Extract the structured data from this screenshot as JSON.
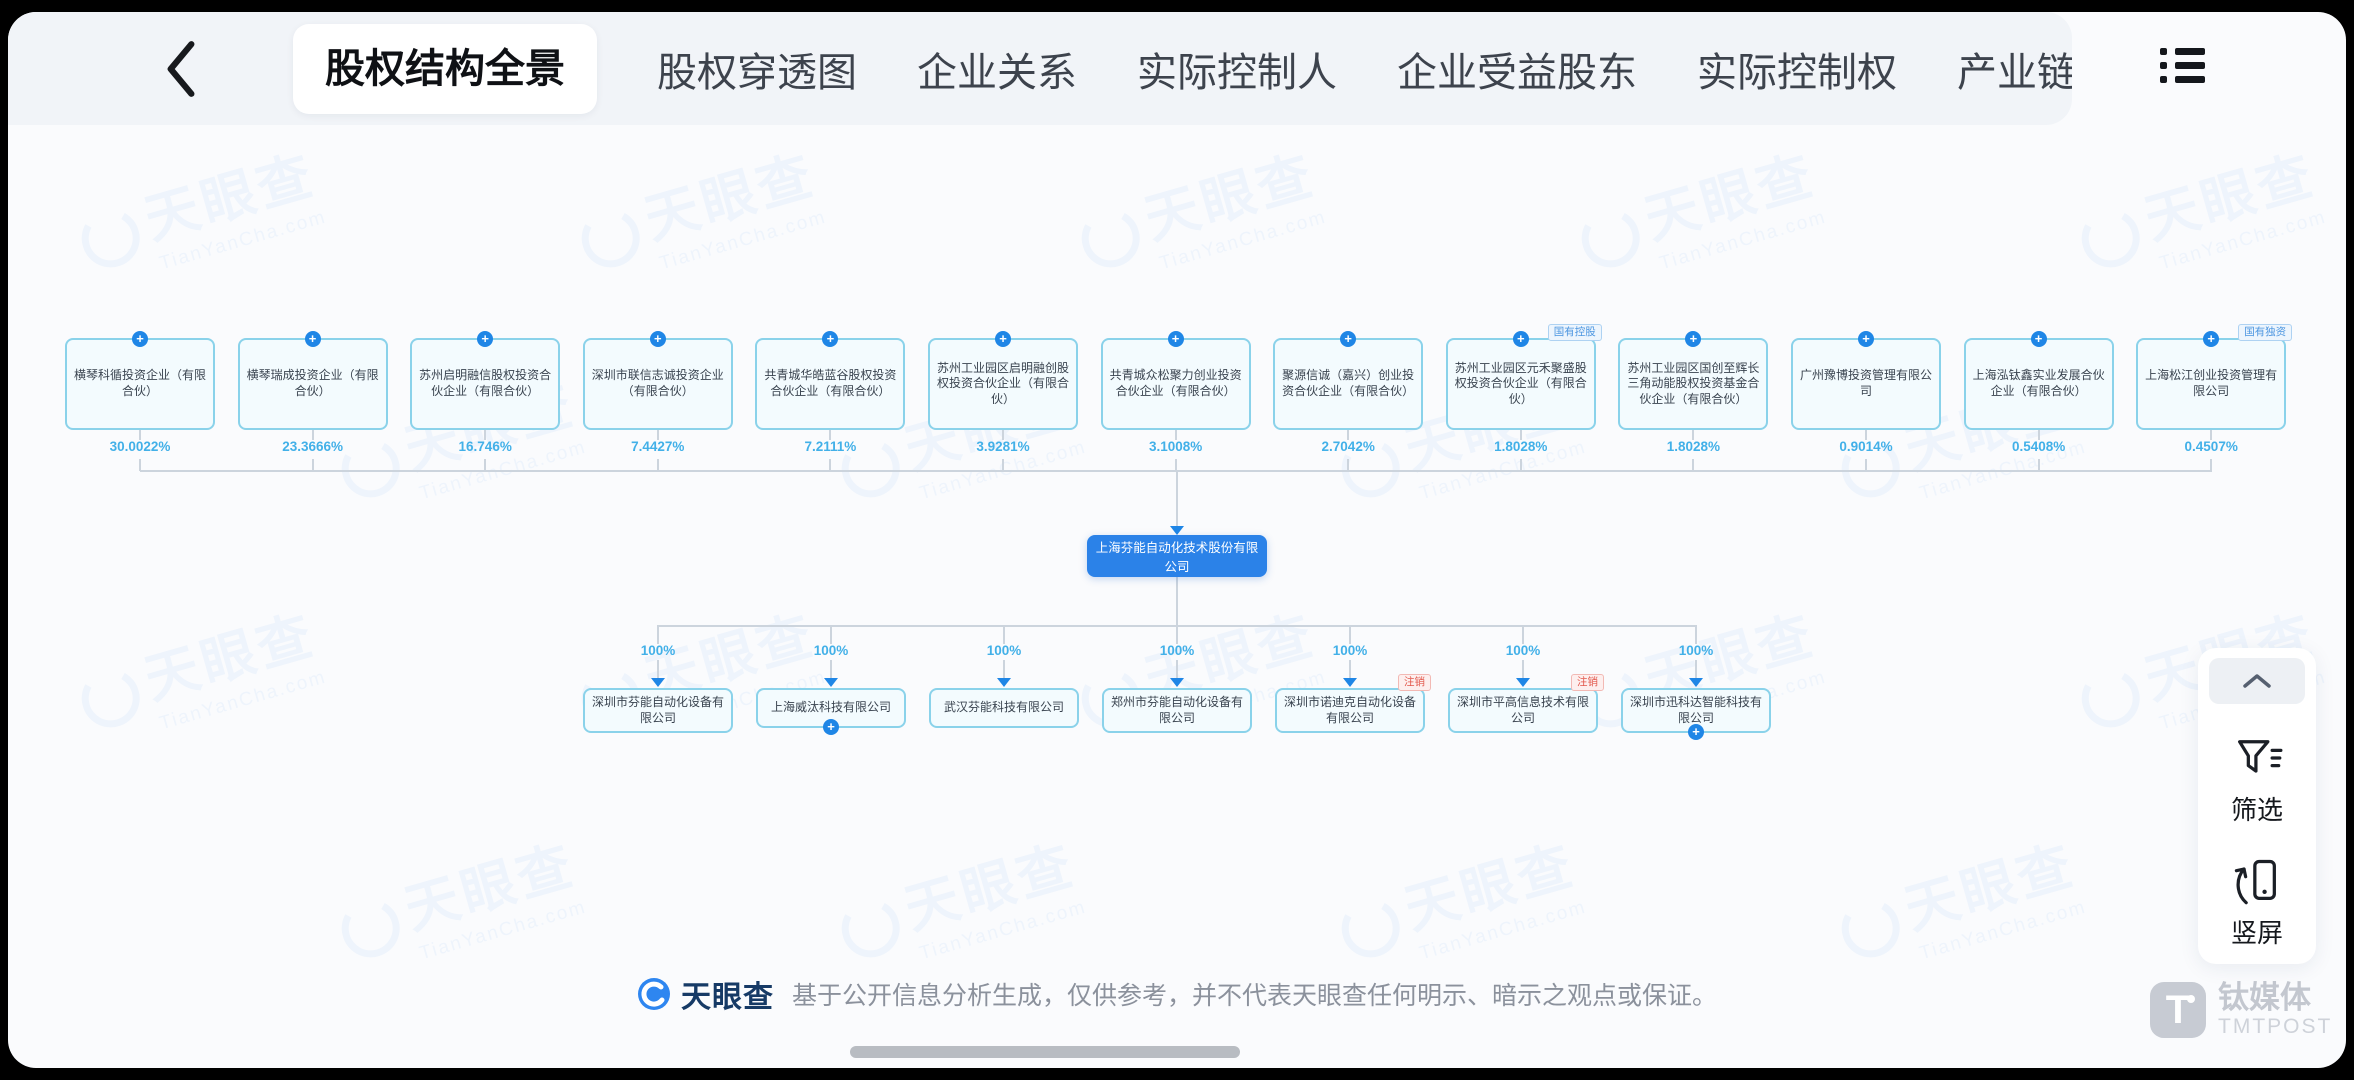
{
  "topbar": {
    "back_icon": "chevron-left",
    "menu_icon": "list",
    "tabs": [
      {
        "label": "股权结构全景",
        "active": true
      },
      {
        "label": "股权穿透图",
        "active": false
      },
      {
        "label": "企业关系",
        "active": false
      },
      {
        "label": "实际控制人",
        "active": false
      },
      {
        "label": "企业受益股东",
        "active": false
      },
      {
        "label": "实际控制权",
        "active": false
      },
      {
        "label": "产业链图",
        "active": false
      }
    ]
  },
  "equity_chart": {
    "company": "上海芬能自动化技术股份有限公司",
    "shareholders": [
      {
        "name": "横琴科循投资企业（有限合伙）",
        "percent": "30.0022%"
      },
      {
        "name": "横琴瑞成投资企业（有限合伙）",
        "percent": "23.3666%"
      },
      {
        "name": "苏州启明融信股权投资合伙企业（有限合伙）",
        "percent": "16.746%"
      },
      {
        "name": "深圳市联信志诚投资企业（有限合伙）",
        "percent": "7.4427%"
      },
      {
        "name": "共青城华皓蓝谷股权投资合伙企业（有限合伙）",
        "percent": "7.2111%"
      },
      {
        "name": "苏州工业园区启明融创股权投资合伙企业（有限合伙）",
        "percent": "3.9281%"
      },
      {
        "name": "共青城众松聚力创业投资合伙企业（有限合伙）",
        "percent": "3.1008%"
      },
      {
        "name": "聚源信诚（嘉兴）创业投资合伙企业（有限合伙）",
        "percent": "2.7042%"
      },
      {
        "name": "苏州工业园区元禾聚盛股权投资合伙企业（有限合伙）",
        "percent": "1.8028%",
        "tag": "国有控股",
        "tag_type": "blue"
      },
      {
        "name": "苏州工业园区国创至辉长三角动能股权投资基金合伙企业（有限合伙）",
        "percent": "1.8028%"
      },
      {
        "name": "广州豫博投资管理有限公司",
        "percent": "0.9014%"
      },
      {
        "name": "上海泓钛鑫实业发展合伙企业（有限合伙）",
        "percent": "0.5408%"
      },
      {
        "name": "上海松江创业投资管理有限公司",
        "percent": "0.4507%",
        "tag": "国有独资",
        "tag_type": "blue"
      }
    ],
    "subsidiaries": [
      {
        "name": "深圳市芬能自动化设备有限公司",
        "percent": "100%"
      },
      {
        "name": "上海威汰科技有限公司",
        "percent": "100%",
        "expandable": true
      },
      {
        "name": "武汉芬能科技有限公司",
        "percent": "100%"
      },
      {
        "name": "郑州市芬能自动化设备有限公司",
        "percent": "100%"
      },
      {
        "name": "深圳市诺迪克自动化设备有限公司",
        "percent": "100%",
        "tag": "注销",
        "tag_type": "red"
      },
      {
        "name": "深圳市平高信息技术有限公司",
        "percent": "100%",
        "tag": "注销",
        "tag_type": "red"
      },
      {
        "name": "深圳市迅科达智能科技有限公司",
        "percent": "100%",
        "expandable": true
      }
    ]
  },
  "icons": {
    "expand": "+"
  },
  "side_panel": {
    "collapse_icon": "chevron-up",
    "filter_label": "筛选",
    "rotate_label": "竖屏"
  },
  "footer": {
    "brand": "天眼查",
    "disclaimer": "基于公开信息分析生成，仅供参考，并不代表天眼查任何明示、暗示之观点或保证。"
  },
  "watermark": {
    "brand": "天眼查",
    "domain": "TianYanCha.com"
  },
  "tmtpost": {
    "logo_letter": "T",
    "name": "钛媒体",
    "sub": "TMTPOST"
  },
  "colors": {
    "accent_blue": "#1f86e6",
    "company_bg": "#2b82e8",
    "node_border": "#8ad2ea",
    "percent_blue": "#42b0e8"
  }
}
